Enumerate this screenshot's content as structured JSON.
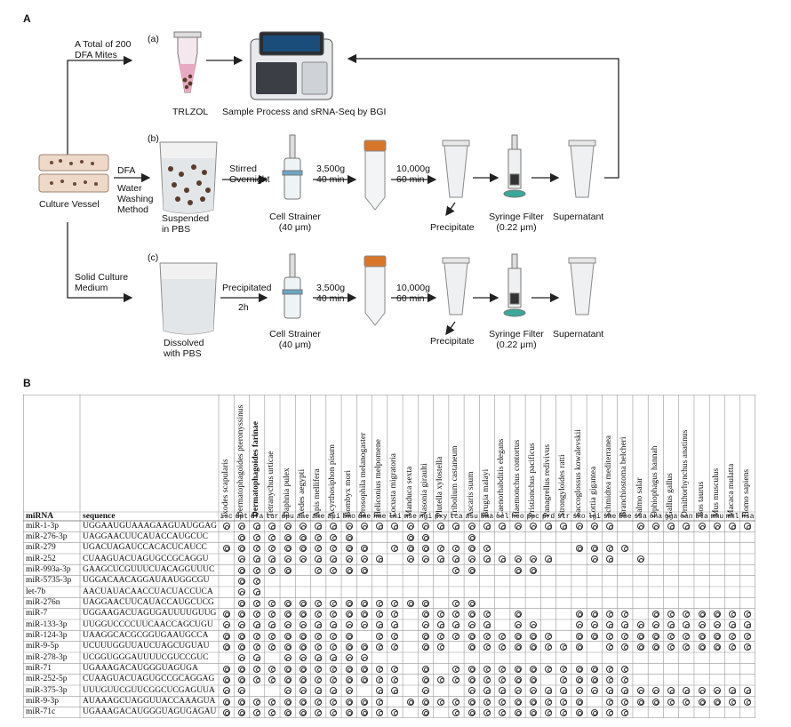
{
  "panelA": {
    "label": "A",
    "total": [
      "A Total of 200",
      "DFA Mites"
    ],
    "step_a": "(a)",
    "step_b": "(b)",
    "step_c": "(c)",
    "trizol": "TRLZOL",
    "sequencing": "Sample Process and  sRNA-Seq by BGI",
    "culture_vessel": "Culture Vessel",
    "dfa_label": "DFA",
    "water_method": [
      "Water",
      "Washing",
      "Method"
    ],
    "suspended": [
      "Suspended",
      "in PBS"
    ],
    "stirred": [
      "Stirred",
      "Overnight"
    ],
    "strainer": [
      "Cell Strainer",
      "(40 μm)"
    ],
    "centrifuge": [
      "3,500g",
      "40 min"
    ],
    "centrifuge2": [
      "10,000g",
      "60 min"
    ],
    "precipitate": "Precipitate",
    "syringe": [
      "Syringe Filter",
      "(0.22 μm)"
    ],
    "supernatant": "Supernatant",
    "solid_medium": [
      "Solid Culture",
      "Medium"
    ],
    "precipitated": [
      "Precipitated",
      "2h"
    ],
    "dissolved": [
      "Dissolved",
      "with PBS"
    ]
  },
  "panelB": {
    "label": "B",
    "col_mirna": "miRNA",
    "col_sequence": "sequence",
    "species": [
      {
        "name": "Ixodes scapularis",
        "abbr": "isc"
      },
      {
        "name": "Dermatophagoides pteronyssinus",
        "abbr": "dpt"
      },
      {
        "name": "Dermatophagoides farinae",
        "abbr": "dfa"
      },
      {
        "name": "Tetranychus urticae",
        "abbr": "tur"
      },
      {
        "name": "Daphnia pulex",
        "abbr": "dpu"
      },
      {
        "name": "Aedes aegypti",
        "abbr": "aae"
      },
      {
        "name": "Apis mellifera",
        "abbr": "ame"
      },
      {
        "name": "Acyrthosiphon pisum",
        "abbr": "api"
      },
      {
        "name": "Bombyx mori",
        "abbr": "bmo"
      },
      {
        "name": "Drosophila melanogaster",
        "abbr": "dme"
      },
      {
        "name": "Heliconius melpomene",
        "abbr": "hme"
      },
      {
        "name": "Locusta migratoria",
        "abbr": "lmi"
      },
      {
        "name": "Manduca sexta",
        "abbr": "mse"
      },
      {
        "name": "Nasonia giraulti",
        "abbr": "ngi"
      },
      {
        "name": "Plutella xylostella",
        "abbr": "pxy"
      },
      {
        "name": "Tribolium castaneum",
        "abbr": "tca"
      },
      {
        "name": "Ascaris suum",
        "abbr": "asu"
      },
      {
        "name": "Brugia malayi",
        "abbr": "bma"
      },
      {
        "name": "Caenorhabditis elegans",
        "abbr": "cel"
      },
      {
        "name": "Haemonchus contortus",
        "abbr": "hco"
      },
      {
        "name": "Pristionchus pacificus",
        "abbr": "ppc"
      },
      {
        "name": "Panagrellus redivivus",
        "abbr": "prd"
      },
      {
        "name": "Strongyloides ratti",
        "abbr": "str"
      },
      {
        "name": "Saccoglossus kowalevskii",
        "abbr": "sko"
      },
      {
        "name": "Lottia gigantea",
        "abbr": "lgi"
      },
      {
        "name": "Schmidtea mediterranea",
        "abbr": "sme"
      },
      {
        "name": "Branchiostoma belcheri",
        "abbr": "bbe"
      },
      {
        "name": "Salmo salar",
        "abbr": "ssa"
      },
      {
        "name": "Ophiophagus hannah",
        "abbr": "oha"
      },
      {
        "name": "Gallus gallus",
        "abbr": "gga"
      },
      {
        "name": "Ornithorhynchus anatinus",
        "abbr": "oan"
      },
      {
        "name": "Bos taurus",
        "abbr": "bta"
      },
      {
        "name": "Mus musculus",
        "abbr": "mmu"
      },
      {
        "name": "Macaca mulatta",
        "abbr": "mml"
      },
      {
        "name": "Homo sapiens",
        "abbr": "hsa"
      }
    ],
    "rows": [
      {
        "mirna": "miR-1-3p",
        "seq": "UGGAAUGUAAAGAAGUAUGGAG",
        "p": "11111111111111111111111111011111111"
      },
      {
        "mirna": "miR-276-3p",
        "seq": "UAGGAACUUCAUACCAUGCUC",
        "p": "01111111100011001000000000000000000"
      },
      {
        "mirna": "miR-279",
        "seq": "UGACUAGAUCCACACUCAUCC",
        "p": "11111111110111111100000111100000000"
      },
      {
        "mirna": "miR-252",
        "seq": "CUAAGUACUAGUGCCGCAGGU",
        "p": "01111111111011111111110011010000000"
      },
      {
        "mirna": "miR-993a-3p",
        "seq": "GAAGCUCGUUUCUACAGGUUUC",
        "p": "01111011110000011001100000000000000"
      },
      {
        "mirna": "miR-5735-3p",
        "seq": "UGGACAACAGGAUAAUGGCGU",
        "p": "01100000000000000000000000000000000"
      },
      {
        "mirna": "let-7b",
        "seq": "AACUAUACAACCUACUACCUCA",
        "p": "01100000000000000000000000000000000"
      },
      {
        "mirna": "miR-276n",
        "seq": "UAGGAACUUCAUACCAUGCUCG",
        "p": "01111111111111011000000000000000000"
      },
      {
        "mirna": "miR-7",
        "seq": "UGGAAGACUAGUGAUUUUGUUG",
        "p": "11111111111101111101000111101111111"
      },
      {
        "mirna": "miR-133-3p",
        "seq": "UUGGUCCCCUUCAACCAGCUGU",
        "p": "11111111111101111101100111111111111"
      },
      {
        "mirna": "miR-124-3p",
        "seq": "UAAGGCACGCGGUGAAUGCCA",
        "p": "11111111101101111111110111111111111"
      },
      {
        "mirna": "miR-9-5p",
        "seq": "UCUUUGGUUAUCUAGCUGUAU",
        "p": "11111111111101101111111101111111111"
      },
      {
        "mirna": "miR-278-3p",
        "seq": "UCGGUGGGAUUUUCGUCCGUC",
        "p": "01101111110000000000000000000000000"
      },
      {
        "mirna": "miR-71",
        "seq": "UGAAAGACAUGGGUAGUGA",
        "p": "11111111111101011111111111100000000"
      },
      {
        "mirna": "miR-252-5p",
        "seq": "CUAAGUACUAGUGCCGCAGGAG",
        "p": "11111111111101111111101111100000000"
      },
      {
        "mirna": "miR-375-3p",
        "seq": "UUUGUUCGUUCGGCUCGAGUUA",
        "p": "11001111101101001111111111111111111"
      },
      {
        "mirna": "miR-9-3p",
        "seq": "AUAAAGCUAGGUUACCAAAGUA",
        "p": "11111111111011111111111101111111111"
      },
      {
        "mirna": "miR-71c",
        "seq": "UGAAAGACAUGGGUAGUGAGAU",
        "p": "11111111111101011111111111100000000"
      }
    ]
  }
}
